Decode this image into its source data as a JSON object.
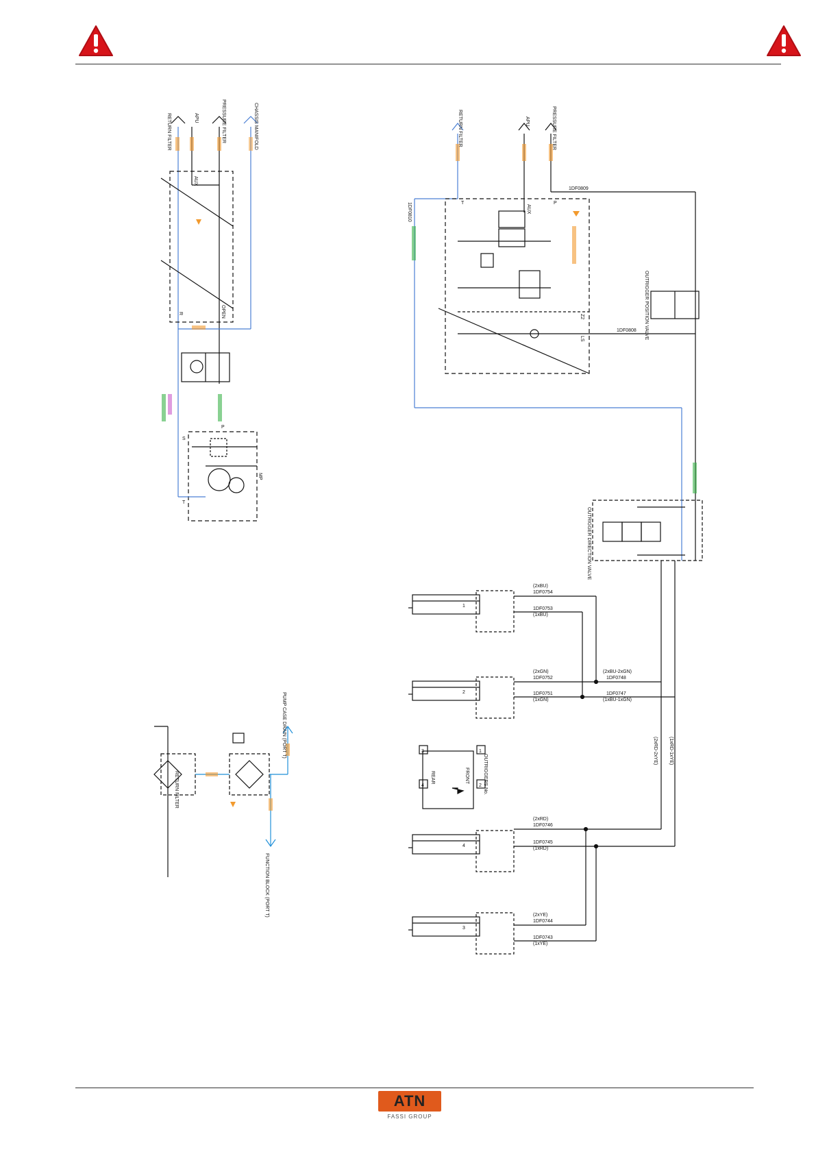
{
  "header": {
    "warning_icon_left": "warning-triangle-icon",
    "warning_icon_right": "warning-triangle-icon"
  },
  "footer": {
    "logo_text": "ATN",
    "logo_subtext": "FASSI GROUP"
  },
  "colors": {
    "warning_red": "#d7141a",
    "return_line_blue": "#4a7fd4",
    "pump_line_blue": "#1f8fd8",
    "tag_orange": "#f29a2e",
    "tag_green": "#3bb34a",
    "tag_magenta": "#c03cc0",
    "line_black": "#111111",
    "logo_orange": "#e05a1c"
  },
  "left_top": {
    "ports": [
      "RETURN FILTER",
      "APU",
      "PRESSURE FILTER",
      "CHASSIS MANIFOLD"
    ],
    "block_labels": [
      "AUX",
      "R",
      "OPEN"
    ],
    "pump_labels": [
      "P",
      "S",
      "T",
      "MP"
    ]
  },
  "left_bottom": {
    "filter_label": "RETURN FILTER",
    "pump_port": "PUMP CASE DRAIN (PORT T)",
    "function_block": "FUNCTION BLOCK (PORT T)"
  },
  "right_top": {
    "ports": [
      "RETURN FILTER",
      "APU",
      "PRESSURE FILTER"
    ],
    "tag_pressure": "1DF0809",
    "tag_return": "1DF0810",
    "tag_ls": "1DF0808",
    "valve_labels": [
      "P",
      "AUX",
      "T",
      "LS",
      "Z2"
    ],
    "outrigger_valve_label": "OUTRIGGER POSITION VALVE"
  },
  "selector": {
    "label": "OUTRIGGER DIRECTION VALVE"
  },
  "outrigger_key": {
    "title": "OUTRIGGERS No.",
    "front": "FRONT",
    "rear": "REAR",
    "numbers": [
      "1",
      "2",
      "3",
      "4"
    ]
  },
  "cylinders": [
    {
      "number": "1",
      "top_tag": "(2xBU)",
      "top_code": "1DF0754",
      "bot_code": "1DF0753",
      "bot_tag": "(1xBU)"
    },
    {
      "number": "2",
      "top_tag": "(2xGN)",
      "top_code": "1DF0752",
      "bot_code": "1DF0751",
      "bot_tag": "(1xGN)"
    },
    {
      "number": "4",
      "top_tag": "(2xRD)",
      "top_code": "1DF0746",
      "bot_code": "1DF0745",
      "bot_tag": "(1xRD)"
    },
    {
      "number": "3",
      "top_tag": "(2xYE)",
      "top_code": "1DF0744",
      "bot_code": "1DF0743",
      "bot_tag": "(1xYE)"
    }
  ],
  "trunks": {
    "bu_gn_top": "(2xBU-2xGN)",
    "bu_gn_top_code": "1DF0748",
    "bu_gn_bot_code": "1DF0747",
    "bu_gn_bot": "(1xBU-1xGN)",
    "rd_ye_a": "(2xRD-2xYE)",
    "rd_ye_b": "(1xRD-1xYE)"
  }
}
